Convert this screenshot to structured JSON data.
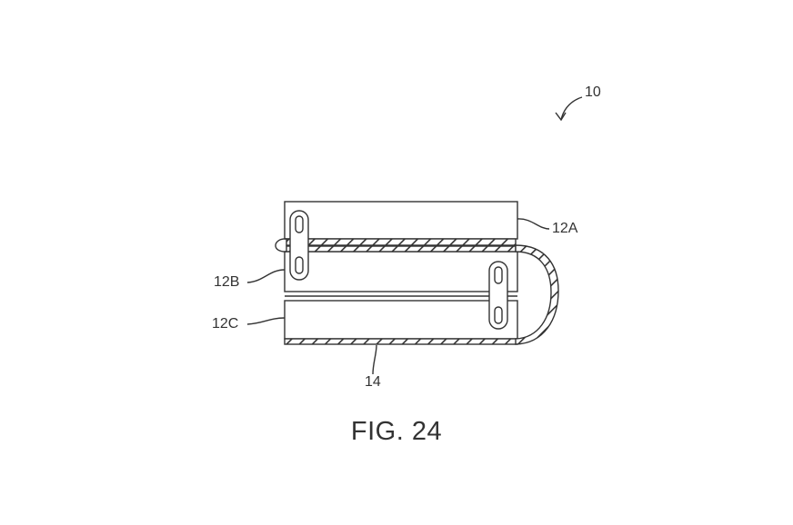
{
  "figure": {
    "caption": "FIG. 24",
    "labels": {
      "device": "10",
      "housing_a": "12A",
      "housing_b": "12B",
      "housing_c": "12C",
      "flexible_display": "14"
    }
  },
  "colors": {
    "ink": "#333333",
    "background": "#ffffff"
  }
}
